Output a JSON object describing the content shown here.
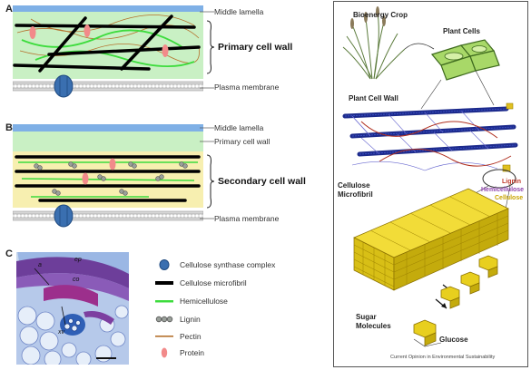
{
  "panelA": {
    "letter": "A",
    "middle_lamella": "Middle lamella",
    "primary_cell_wall": "Primary cell wall",
    "plasma_membrane": "Plasma membrane"
  },
  "panelB": {
    "letter": "B",
    "middle_lamella": "Middle lamella",
    "primary_cell_wall": "Primary cell wall",
    "secondary_cell_wall": "Secondary cell wall",
    "plasma_membrane": "Plasma membrane"
  },
  "panelC": {
    "letter": "C",
    "labels": {
      "ep": "ep",
      "co": "co",
      "xv": "xv",
      "a": "a"
    }
  },
  "legend": [
    {
      "label": "Cellulose synthase complex",
      "icon": "csc-icon"
    },
    {
      "label": "Cellulose microfibril",
      "icon": "microfibril-icon"
    },
    {
      "label": "Hemicellulose",
      "icon": "hemicellulose-icon"
    },
    {
      "label": "Lignin",
      "icon": "lignin-icon"
    },
    {
      "label": "Pectin",
      "icon": "pectin-icon"
    },
    {
      "label": "Protein",
      "icon": "protein-icon"
    }
  ],
  "right": {
    "bioenergy_crop": "Bioenergy Crop",
    "plant_cells": "Plant Cells",
    "plant_cell_wall": "Plant Cell Wall",
    "lignin": "Lignin",
    "hemicellulose": "Hemicellulose",
    "cellulose": "Cellulose",
    "cellulose_microfibril_1": "Cellulose",
    "cellulose_microfibril_2": "Microfibril",
    "sugar_molecules_1": "Sugar",
    "sugar_molecules_2": "Molecules",
    "glucose": "Glucose",
    "credit": "Current Opinion in Environmental Sustainability"
  },
  "colors": {
    "middle_lamella": "#7fb0e6",
    "primary_wall": "#c9f0c4",
    "secondary_wall": "#f7efb0",
    "hemicellulose": "#3ddc3d",
    "pectin": "#b5702c",
    "protein": "#f28a8a",
    "csc": "#3a6fb0",
    "lignin_label": "#c0392b",
    "hemicellulose_label": "#8e44ad",
    "cellulose_label": "#c9a400"
  }
}
